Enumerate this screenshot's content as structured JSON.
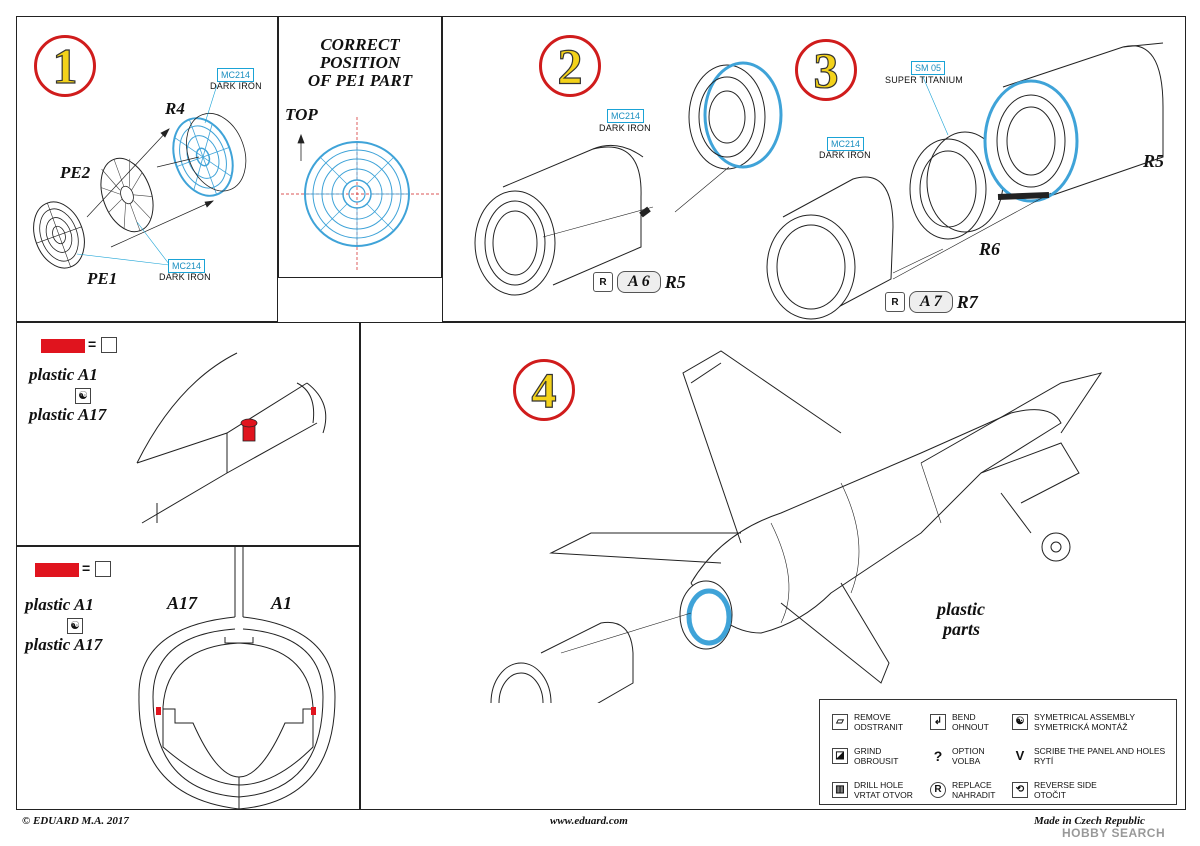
{
  "steps": {
    "s1": "1",
    "s2": "2",
    "s3": "3",
    "s4": "4"
  },
  "panel1": {
    "r4": "R4",
    "pe2": "PE2",
    "pe1": "PE1",
    "mc_a_code": "MC214",
    "mc_a_name": "DARK IRON",
    "mc_b_code": "MC214",
    "mc_b_name": "DARK IRON"
  },
  "correct_position": {
    "line1": "CORRECT",
    "line2": "POSITION",
    "line3": "OF PE1 PART",
    "top": "TOP"
  },
  "panel2": {
    "mc_code": "MC214",
    "mc_name": "DARK IRON",
    "part_ref": "A 6",
    "part_label": "R5",
    "r_icon": "R"
  },
  "panel3": {
    "sm_code": "SM 05",
    "sm_name": "SUPER TITANIUM",
    "mc_code": "MC214",
    "mc_name": "DARK IRON",
    "r5": "R5",
    "r6": "R6",
    "part_ref": "A 7",
    "part_label": "R7",
    "r_icon": "R"
  },
  "panel_a": {
    "equals": "=",
    "line1": "plastic A1",
    "line2": "plastic A17",
    "sym": "☯",
    "color_red": "#e0141e"
  },
  "panel_b": {
    "equals": "=",
    "line1": "plastic A1",
    "line2": "plastic A17",
    "sym": "☯",
    "a17": "A17",
    "a1": "A1"
  },
  "panel4": {
    "plastic": "plastic",
    "parts": "parts"
  },
  "legend": {
    "remove": [
      "REMOVE",
      "ODSTRANIT"
    ],
    "bend": [
      "BEND",
      "OHNOUT"
    ],
    "sym": [
      "SYMETRICAL ASSEMBLY",
      "SYMETRICKÁ MONTÁŽ"
    ],
    "grind": [
      "GRIND",
      "OBROUSIT"
    ],
    "option": [
      "OPTION",
      "VOLBA"
    ],
    "scribe": [
      "SCRIBE THE PANEL AND HOLES",
      "RYTÍ"
    ],
    "drill": [
      "DRILL HOLE",
      "VRTAT OTVOR"
    ],
    "replace": [
      "REPLACE",
      "NAHRADIT"
    ],
    "reverse": [
      "REVERSE SIDE",
      "OTOČIT"
    ]
  },
  "footer": {
    "left": "© EDUARD  M.A. 2017",
    "center": "www.eduard.com",
    "right": "Made in Czech Republic",
    "watermark": "HOBBY SEARCH"
  },
  "colors": {
    "accent_red": "#d01c1c",
    "metal_blue": "#3fa3d8",
    "step_yellow": "#f3d21a"
  }
}
